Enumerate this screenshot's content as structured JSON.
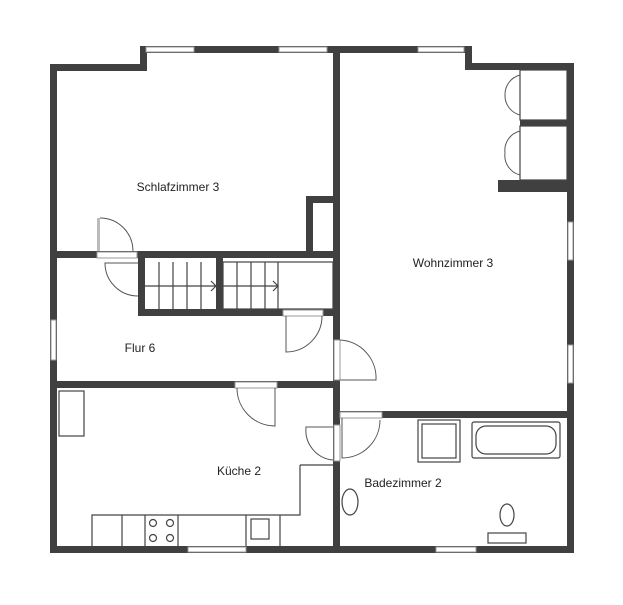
{
  "rooms": {
    "schlafzimmer": "Schlafzimmer 3",
    "wohnzimmer": "Wohnzimmer 3",
    "flur": "Flur 6",
    "kueche": "Küche 2",
    "badezimmer": "Badezimmer 2"
  },
  "colors": {
    "wall": "#404040",
    "background": "#ffffff"
  }
}
